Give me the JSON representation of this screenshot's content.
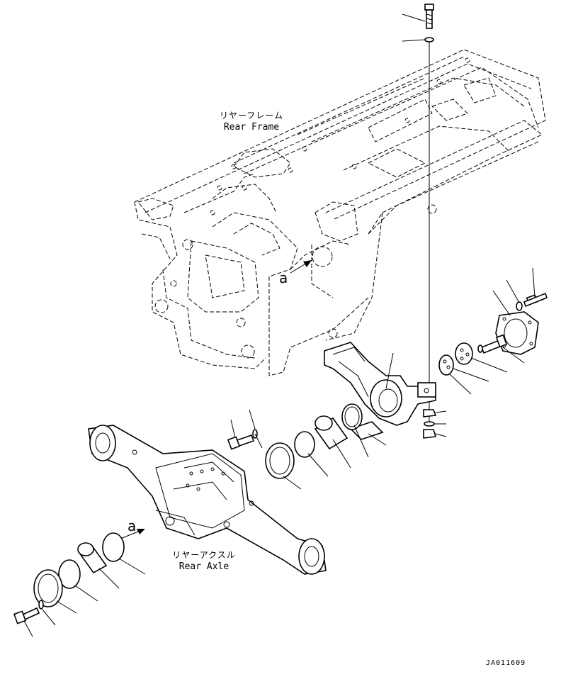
{
  "labels": {
    "rear_frame_jp": "リヤーフレーム",
    "rear_frame_en": "Rear Frame",
    "rear_axle_jp": "リヤーアクスル",
    "rear_axle_en": "Rear Axle",
    "view_a_upper": "a",
    "view_a_lower": "a"
  },
  "drawing_code": "JA011609"
}
